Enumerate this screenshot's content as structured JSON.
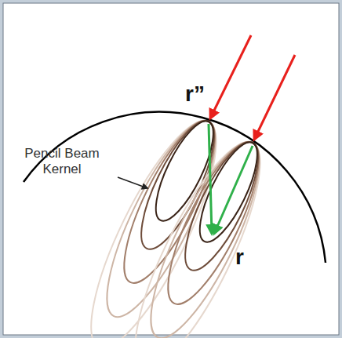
{
  "diagram": {
    "labels": [
      "r”",
      "r",
      "Pencil Beam Kernel"
    ]
  }
}
